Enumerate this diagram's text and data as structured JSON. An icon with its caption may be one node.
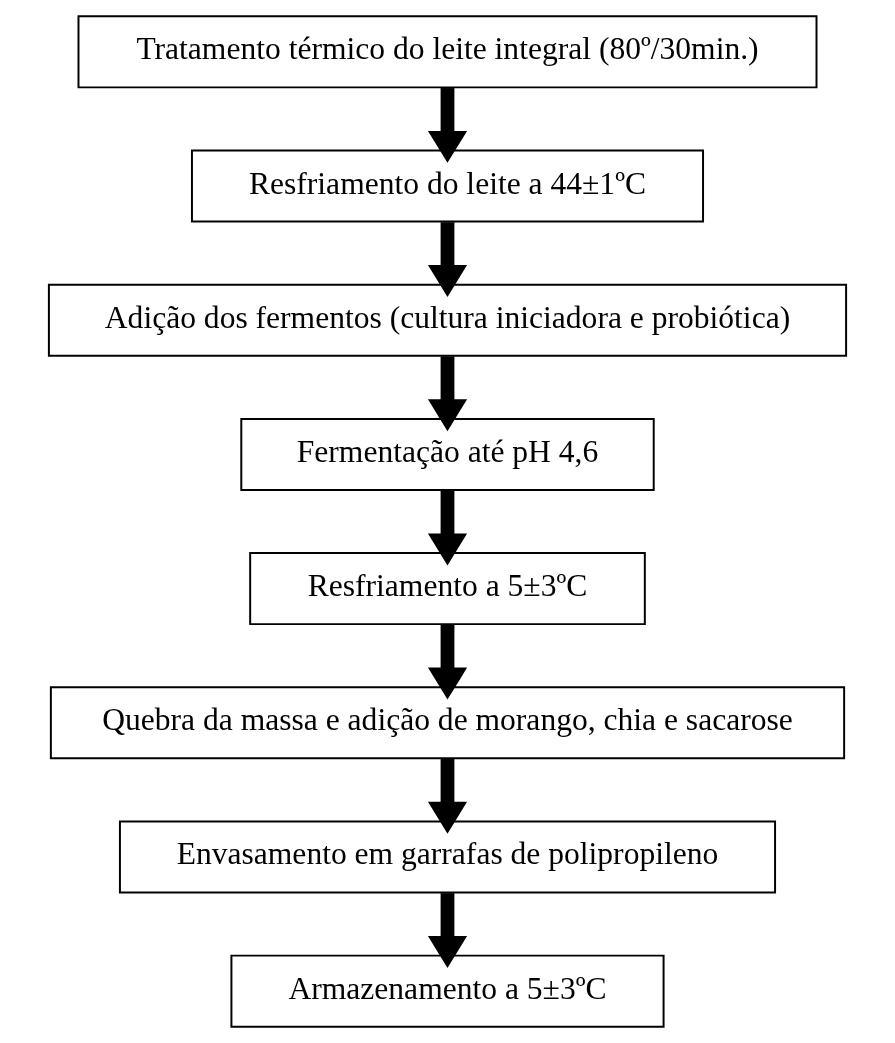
{
  "diagram": {
    "nodes": [
      {
        "text": [
          "Tratamento térmico do leite integral (80º/30min.)"
        ]
      },
      {
        "text": [
          "Resfriamento do leite a 44±1ºC"
        ]
      },
      {
        "text": [
          "Adição dos fermentos (cultura iniciadora e probiótica)"
        ]
      },
      {
        "text": [
          "Fermentação até pH 4,6"
        ]
      },
      {
        "text": [
          "Resfriamento a 5±3ºC"
        ]
      },
      {
        "text": [
          "Quebra da massa e adição de morango, chia e sacarose"
        ]
      },
      {
        "text": [
          "Envasamento em garrafas de polipropileno"
        ]
      },
      {
        "text": [
          "Armazenamento a 5±3ºC"
        ]
      }
    ],
    "edges": [
      {
        "from": 0,
        "to": 1,
        "arrow": "to"
      },
      {
        "from": 1,
        "to": 2,
        "arrow": "to"
      },
      {
        "from": 2,
        "to": 3,
        "arrow": "to"
      },
      {
        "from": 3,
        "to": 4,
        "arrow": "to"
      },
      {
        "from": 4,
        "to": 5,
        "arrow": "to"
      },
      {
        "from": 5,
        "to": 6,
        "arrow": "to"
      },
      {
        "from": 6,
        "to": 7,
        "arrow": "to"
      }
    ]
  }
}
